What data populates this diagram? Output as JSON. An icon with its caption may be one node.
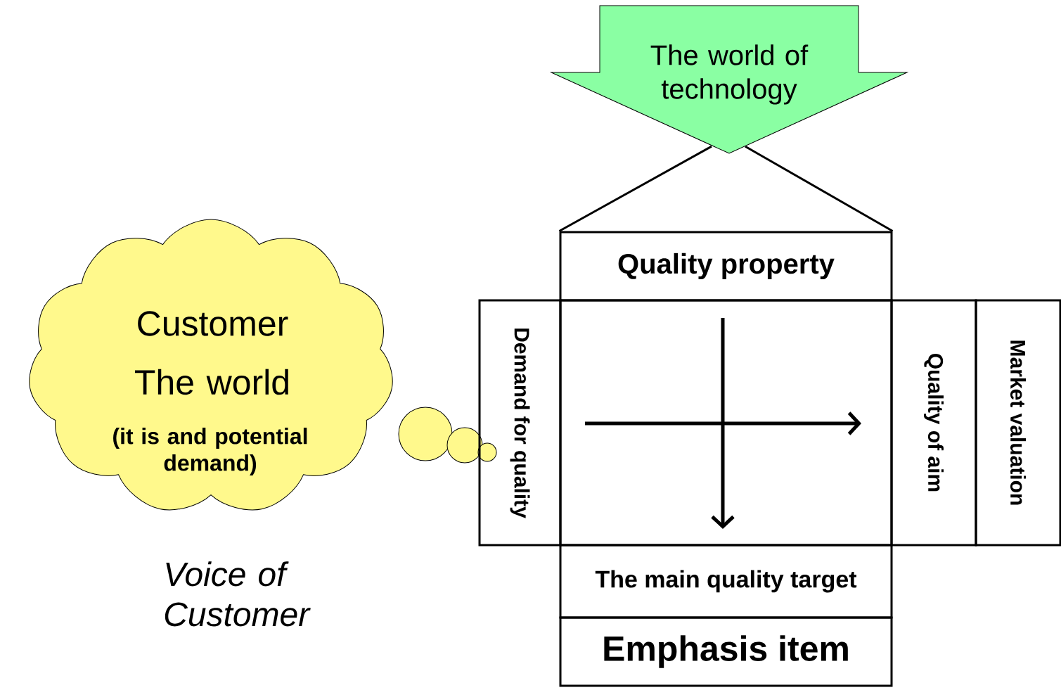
{
  "diagram": {
    "nodes": [
      {
        "text": [
          "The world of technology"
        ]
      },
      {
        "text": [
          "Customer",
          "The world",
          "(it is and potential demand)"
        ],
        "beside": [
          "Voice of Customer"
        ]
      },
      {
        "text": [
          "Quality property"
        ]
      },
      {
        "text": [
          "Demand for quality"
        ]
      },
      {
        "text": [],
        "shape": "box"
      },
      {
        "text": [
          "Quality of aim"
        ]
      },
      {
        "text": [
          "Market valuation"
        ]
      },
      {
        "text": [
          "The main quality target"
        ]
      },
      {
        "text": [
          "Emphasis item"
        ]
      }
    ],
    "edges": [
      {
        "from": 0,
        "to": 2,
        "arrow": "none"
      },
      {
        "from": 0,
        "to": 2,
        "arrow": "none"
      }
    ]
  }
}
